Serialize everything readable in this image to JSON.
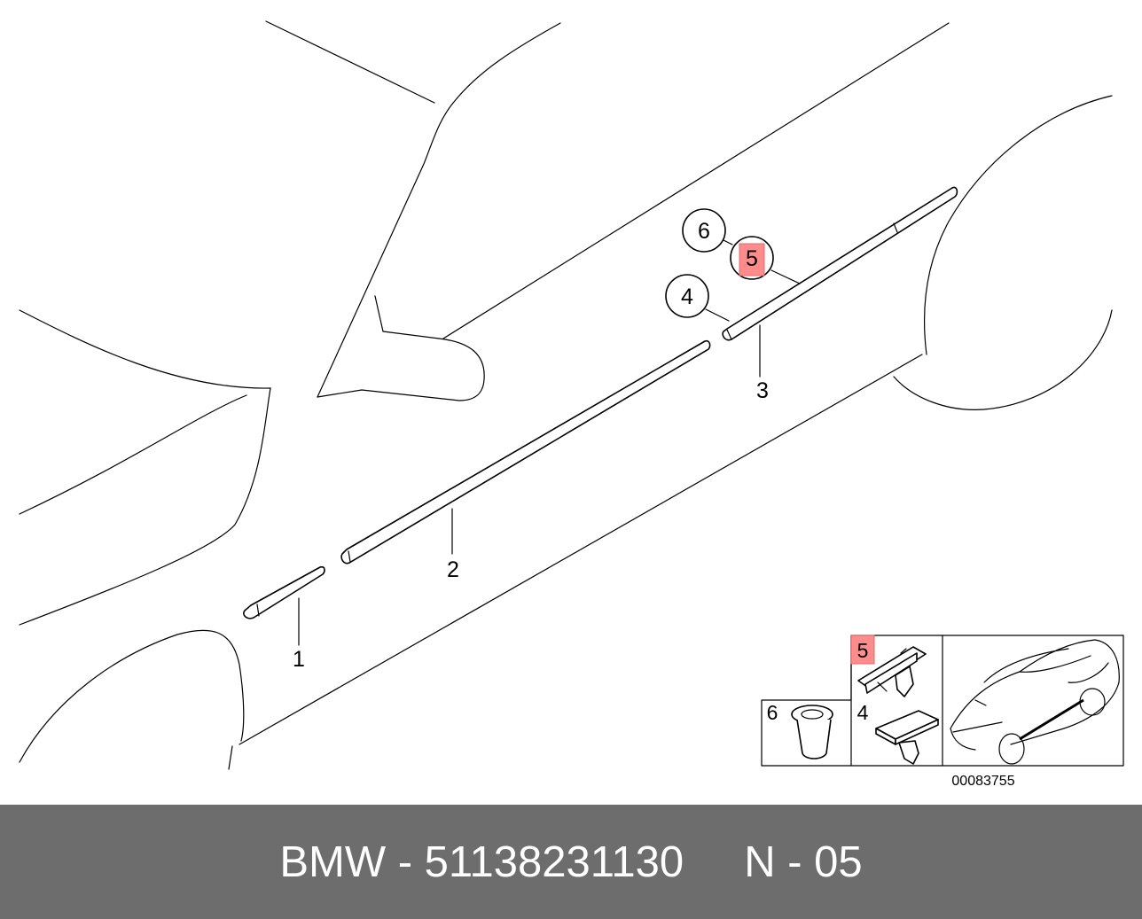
{
  "callouts": [
    {
      "id": "1",
      "label": "1",
      "highlighted": false,
      "circled": false
    },
    {
      "id": "2",
      "label": "2",
      "highlighted": false,
      "circled": false
    },
    {
      "id": "3",
      "label": "3",
      "highlighted": false,
      "circled": false
    },
    {
      "id": "4",
      "label": "4",
      "highlighted": false,
      "circled": true
    },
    {
      "id": "5",
      "label": "5",
      "highlighted": true,
      "circled": true
    },
    {
      "id": "6",
      "label": "6",
      "highlighted": false,
      "circled": true
    }
  ],
  "thumbnails": {
    "clip_5_label": "5",
    "grommet_6_label": "6",
    "clip_4_label": "4"
  },
  "diagram_code": "00083755",
  "footer": {
    "text": "BMW - 51138231130     N - 05"
  },
  "colors": {
    "highlight": "#ff8c8c",
    "footer_background": "#6d6d6d",
    "footer_text": "#ffffff"
  }
}
